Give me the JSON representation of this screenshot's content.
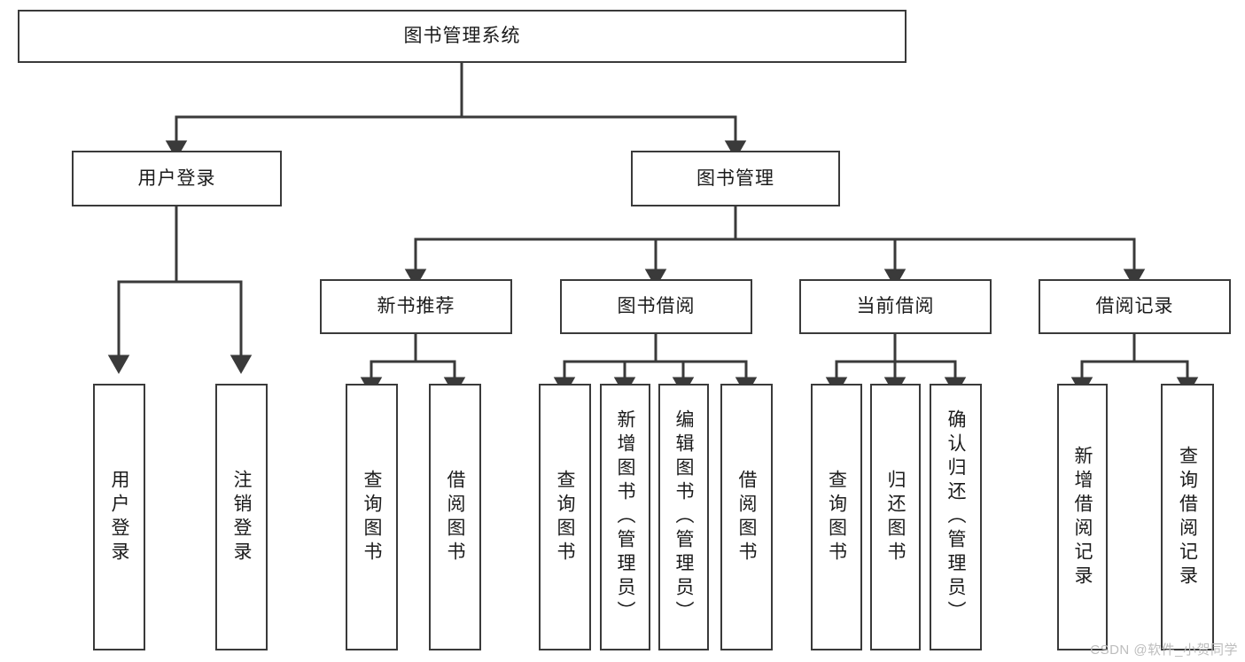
{
  "diagram": {
    "title": "图书管理系统",
    "type": "hierarchy-tree",
    "orientation": "top-down",
    "root": {
      "id": "root",
      "label": "图书管理系统"
    },
    "level2": [
      {
        "id": "user-login",
        "label": "用户登录"
      },
      {
        "id": "book-management",
        "label": "图书管理"
      }
    ],
    "level3": [
      {
        "id": "new-book-recommend",
        "label": "新书推荐",
        "parent": "book-management"
      },
      {
        "id": "book-borrow",
        "label": "图书借阅",
        "parent": "book-management"
      },
      {
        "id": "current-borrow",
        "label": "当前借阅",
        "parent": "book-management"
      },
      {
        "id": "borrow-record",
        "label": "借阅记录",
        "parent": "book-management"
      }
    ],
    "leaves": [
      {
        "id": "leaf-user-login",
        "label": "用户登录",
        "parent": "user-login"
      },
      {
        "id": "leaf-user-logout",
        "label": "注销登录",
        "parent": "user-login"
      },
      {
        "id": "leaf-query-book-1",
        "label": "查询图书",
        "parent": "new-book-recommend"
      },
      {
        "id": "leaf-borrow-book-1",
        "label": "借阅图书",
        "parent": "new-book-recommend"
      },
      {
        "id": "leaf-query-book-2",
        "label": "查询图书",
        "parent": "book-borrow"
      },
      {
        "id": "leaf-add-book",
        "label": "新增图书（管理员）",
        "parent": "book-borrow"
      },
      {
        "id": "leaf-edit-book",
        "label": "编辑图书（管理员）",
        "parent": "book-borrow"
      },
      {
        "id": "leaf-borrow-book-2",
        "label": "借阅图书",
        "parent": "book-borrow"
      },
      {
        "id": "leaf-query-book-3",
        "label": "查询图书",
        "parent": "current-borrow"
      },
      {
        "id": "leaf-return-book",
        "label": "归还图书",
        "parent": "current-borrow"
      },
      {
        "id": "leaf-confirm-return",
        "label": "确认归还（管理员）",
        "parent": "current-borrow"
      },
      {
        "id": "leaf-add-record",
        "label": "新增借阅记录",
        "parent": "borrow-record"
      },
      {
        "id": "leaf-query-record",
        "label": "查询借阅记录",
        "parent": "borrow-record"
      }
    ],
    "colors": {
      "stroke": "#3a3a3a",
      "fill": "#ffffff",
      "text": "#1b1b1b",
      "watermark": "#bdbdbd"
    }
  },
  "watermark": {
    "text": "CSDN @软件_小贺同学"
  }
}
